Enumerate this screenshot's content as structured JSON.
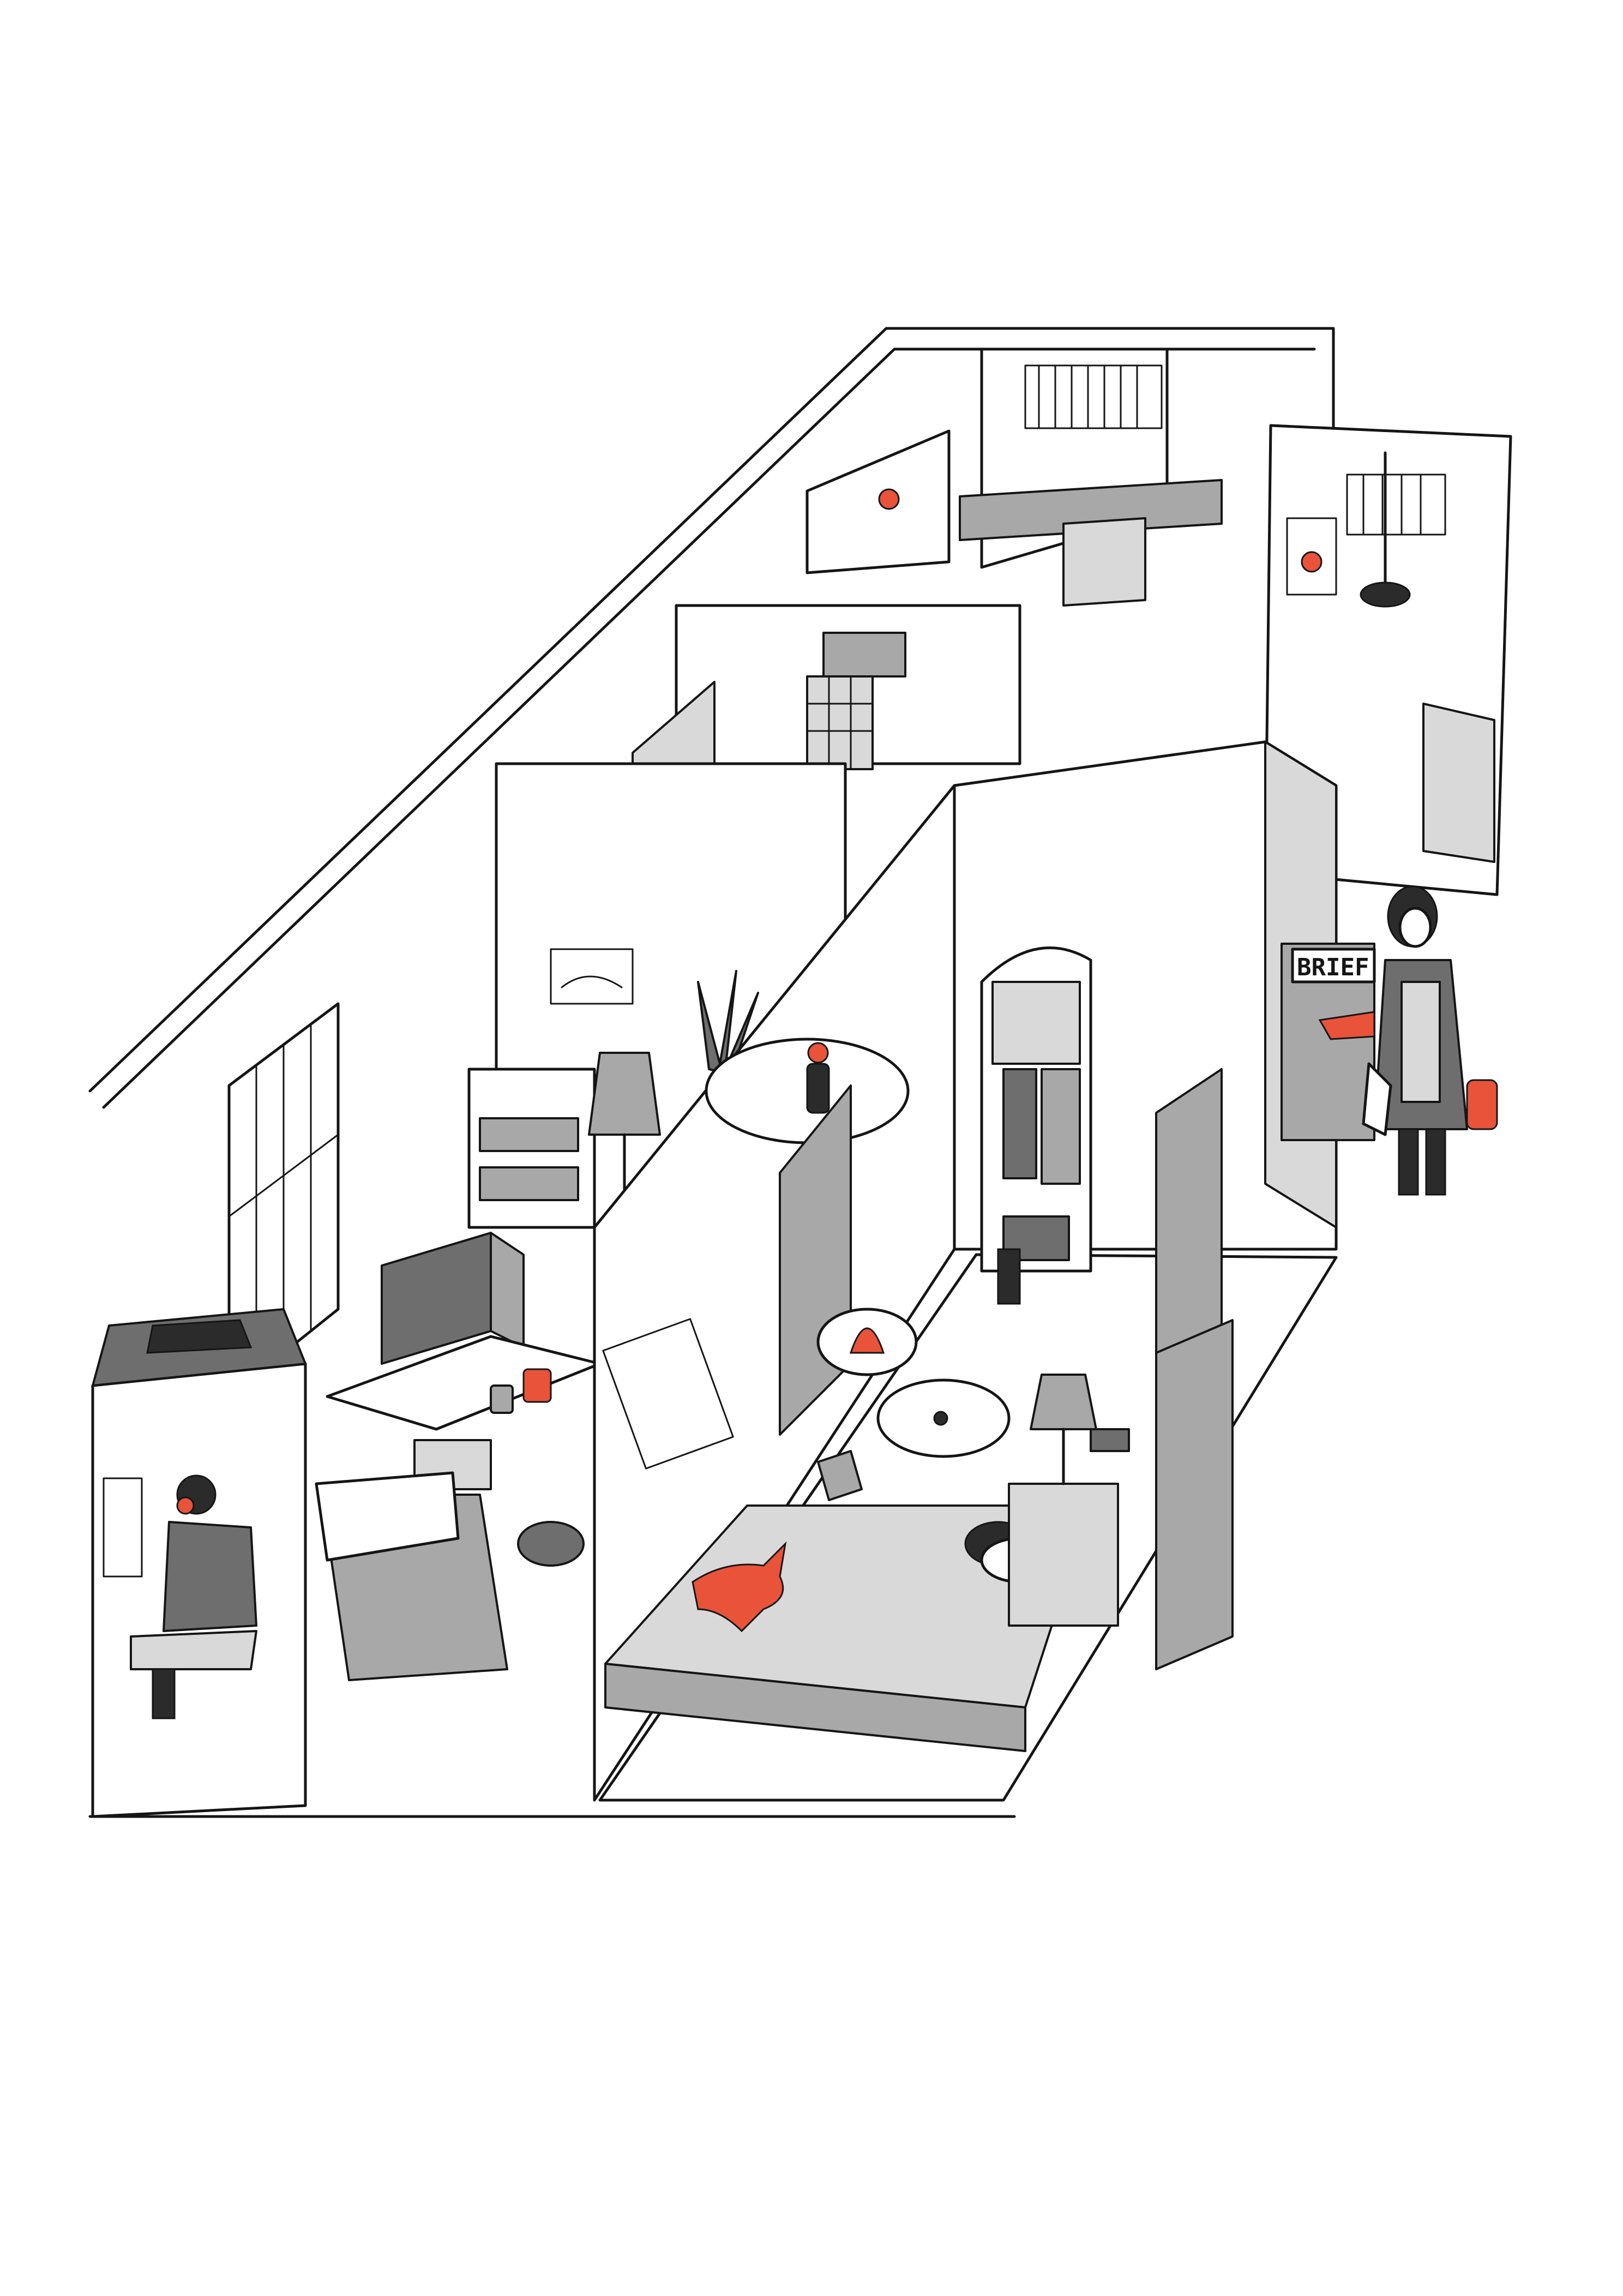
{
  "canvas": {
    "background": "#ffffff"
  },
  "colors": {
    "ink": "#151515",
    "accent_red": "#e8533a",
    "wash_light": "#d9d9d9",
    "wash_mid": "#a8a8a8",
    "wash_dark": "#6e6e6e"
  },
  "labels": {
    "mailbox": "BRIEF"
  },
  "icons": [
    "apartment-cutaway-illustration",
    "person-on-phone",
    "person-with-luggage",
    "sleeping-person",
    "red-stuffed-toy",
    "red-heart",
    "mailbox-icon",
    "table-lamp-icon",
    "plant-icon",
    "wardrobe-icon"
  ]
}
